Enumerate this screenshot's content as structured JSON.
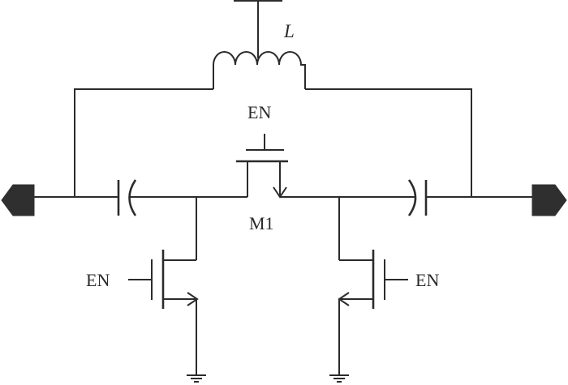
{
  "diagram": {
    "labels": {
      "inductor": "L",
      "switch_gate": "EN",
      "switch_name": "M1",
      "left_gate": "EN",
      "right_gate": "EN"
    }
  }
}
